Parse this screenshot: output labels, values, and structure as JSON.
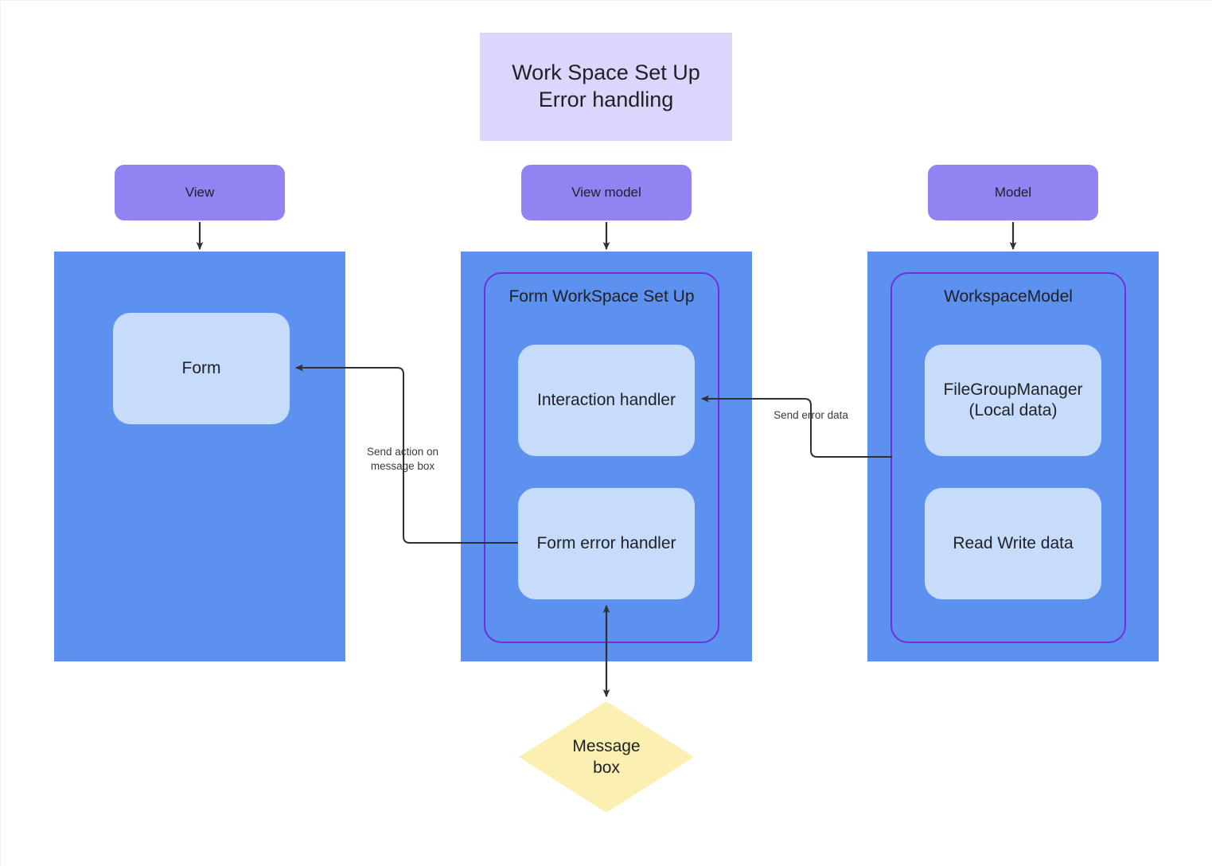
{
  "diagram": {
    "title": "Work Space Set Up\nError handling",
    "background_color": "#ffffff",
    "palette": {
      "title_banner": "#dcd6fc",
      "layer_chip": "#9283f2",
      "column": "#5d91ef",
      "group_border": "#6f2fdd",
      "card": "#c7dbfb",
      "diamond": "#fbf0b2",
      "connector": "#2f3034"
    }
  },
  "columns": [
    {
      "id": "view",
      "chip_label": "View",
      "group_label": "",
      "cards": [
        {
          "label": "Form"
        }
      ]
    },
    {
      "id": "view-model",
      "chip_label": "View model",
      "group_label": "Form WorkSpace Set Up",
      "cards": [
        {
          "label": "Interaction handler"
        },
        {
          "label": "Form error handler"
        }
      ]
    },
    {
      "id": "model",
      "chip_label": "Model",
      "group_label": "WorkspaceModel",
      "cards": [
        {
          "label": "FileGroupManager\n(Local data)"
        },
        {
          "label": "Read Write data"
        }
      ]
    }
  ],
  "decision": {
    "label": "Message\nbox"
  },
  "edges": [
    {
      "id": "edge-form-error-handler-to-form",
      "label": "Send action on\nmessage box",
      "from": "Form error handler",
      "to": "Form",
      "arrow": "single"
    },
    {
      "id": "edge-filegroupmanager-to-interaction-handler",
      "label": "Send error data",
      "from": "FileGroupManager (Local data)",
      "to": "Interaction handler",
      "arrow": "single"
    },
    {
      "id": "edge-form-error-handler-to-message-box",
      "label": "",
      "from": "Form error handler",
      "to": "Message box",
      "arrow": "double"
    },
    {
      "id": "edge-view-chip-to-view-column",
      "label": "",
      "from": "View",
      "to": "View column",
      "arrow": "single"
    },
    {
      "id": "edge-view-model-chip-to-view-model-column",
      "label": "",
      "from": "View model",
      "to": "View model column",
      "arrow": "single"
    },
    {
      "id": "edge-model-chip-to-model-column",
      "label": "",
      "from": "Model",
      "to": "Model column",
      "arrow": "single"
    }
  ]
}
